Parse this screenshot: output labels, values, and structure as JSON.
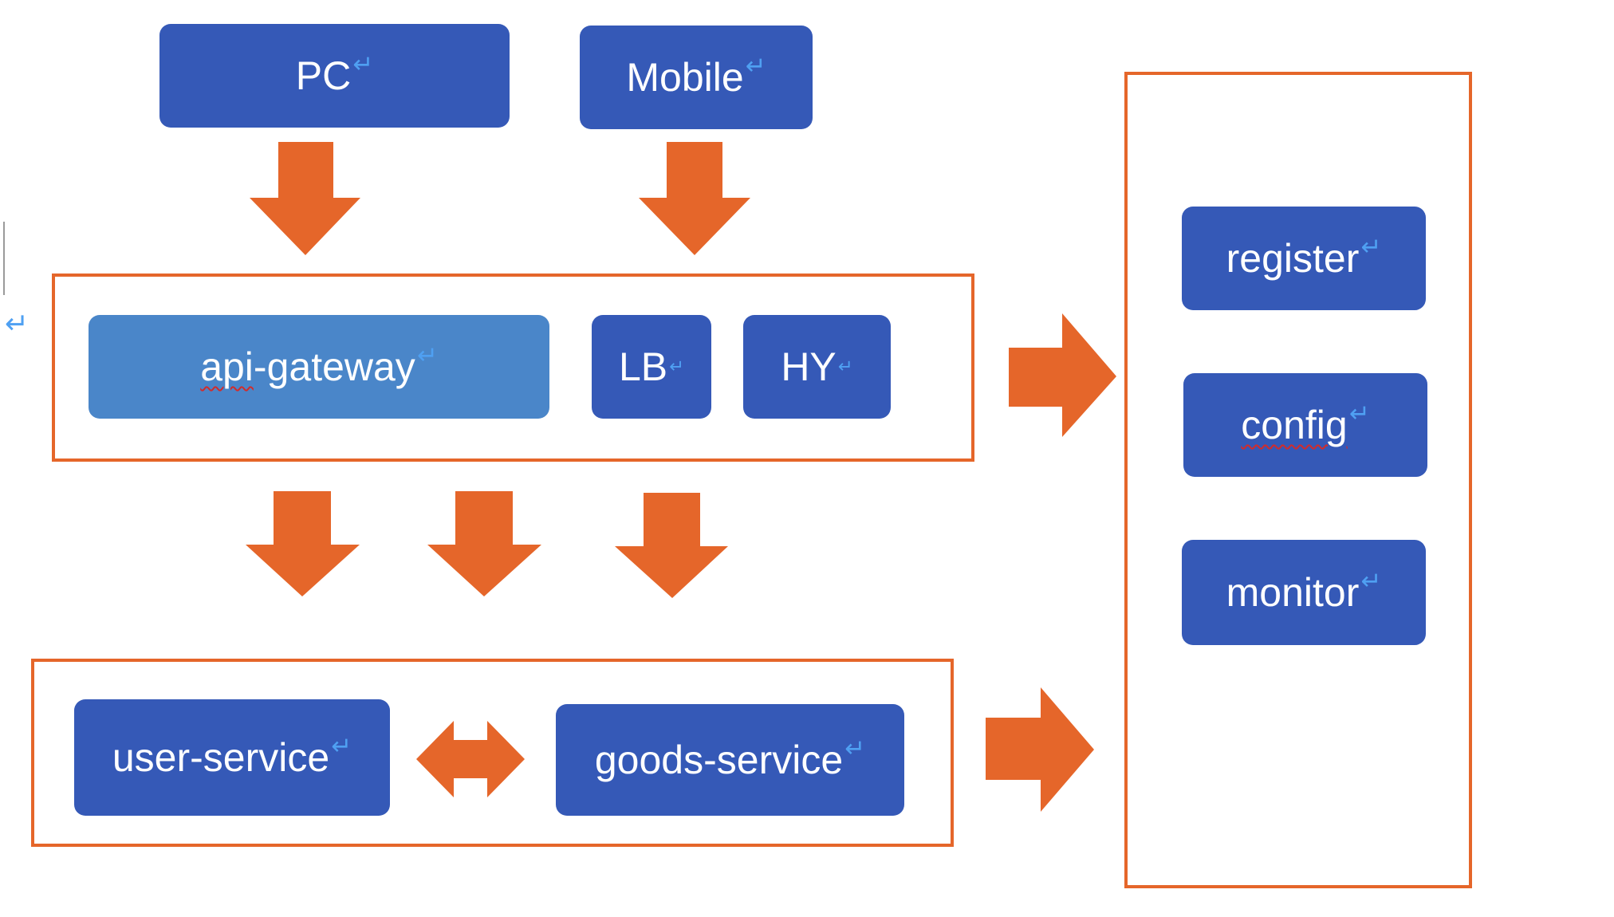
{
  "clients": {
    "pc": "PC",
    "mobile": "Mobile"
  },
  "gateway_layer": {
    "api_gateway": "api-gateway",
    "lb": "LB",
    "hy": "HY"
  },
  "service_layer": {
    "user_service": "user-service",
    "goods_service": "goods-service"
  },
  "infrastructure": {
    "register": "register",
    "config": "config",
    "monitor": "monitor"
  },
  "paragraph_mark": "↵",
  "colors": {
    "box_dark": "#3559b7",
    "box_light": "#4a86c9",
    "frame_and_arrow": "#e5662a",
    "mark": "#4fa0f2"
  }
}
